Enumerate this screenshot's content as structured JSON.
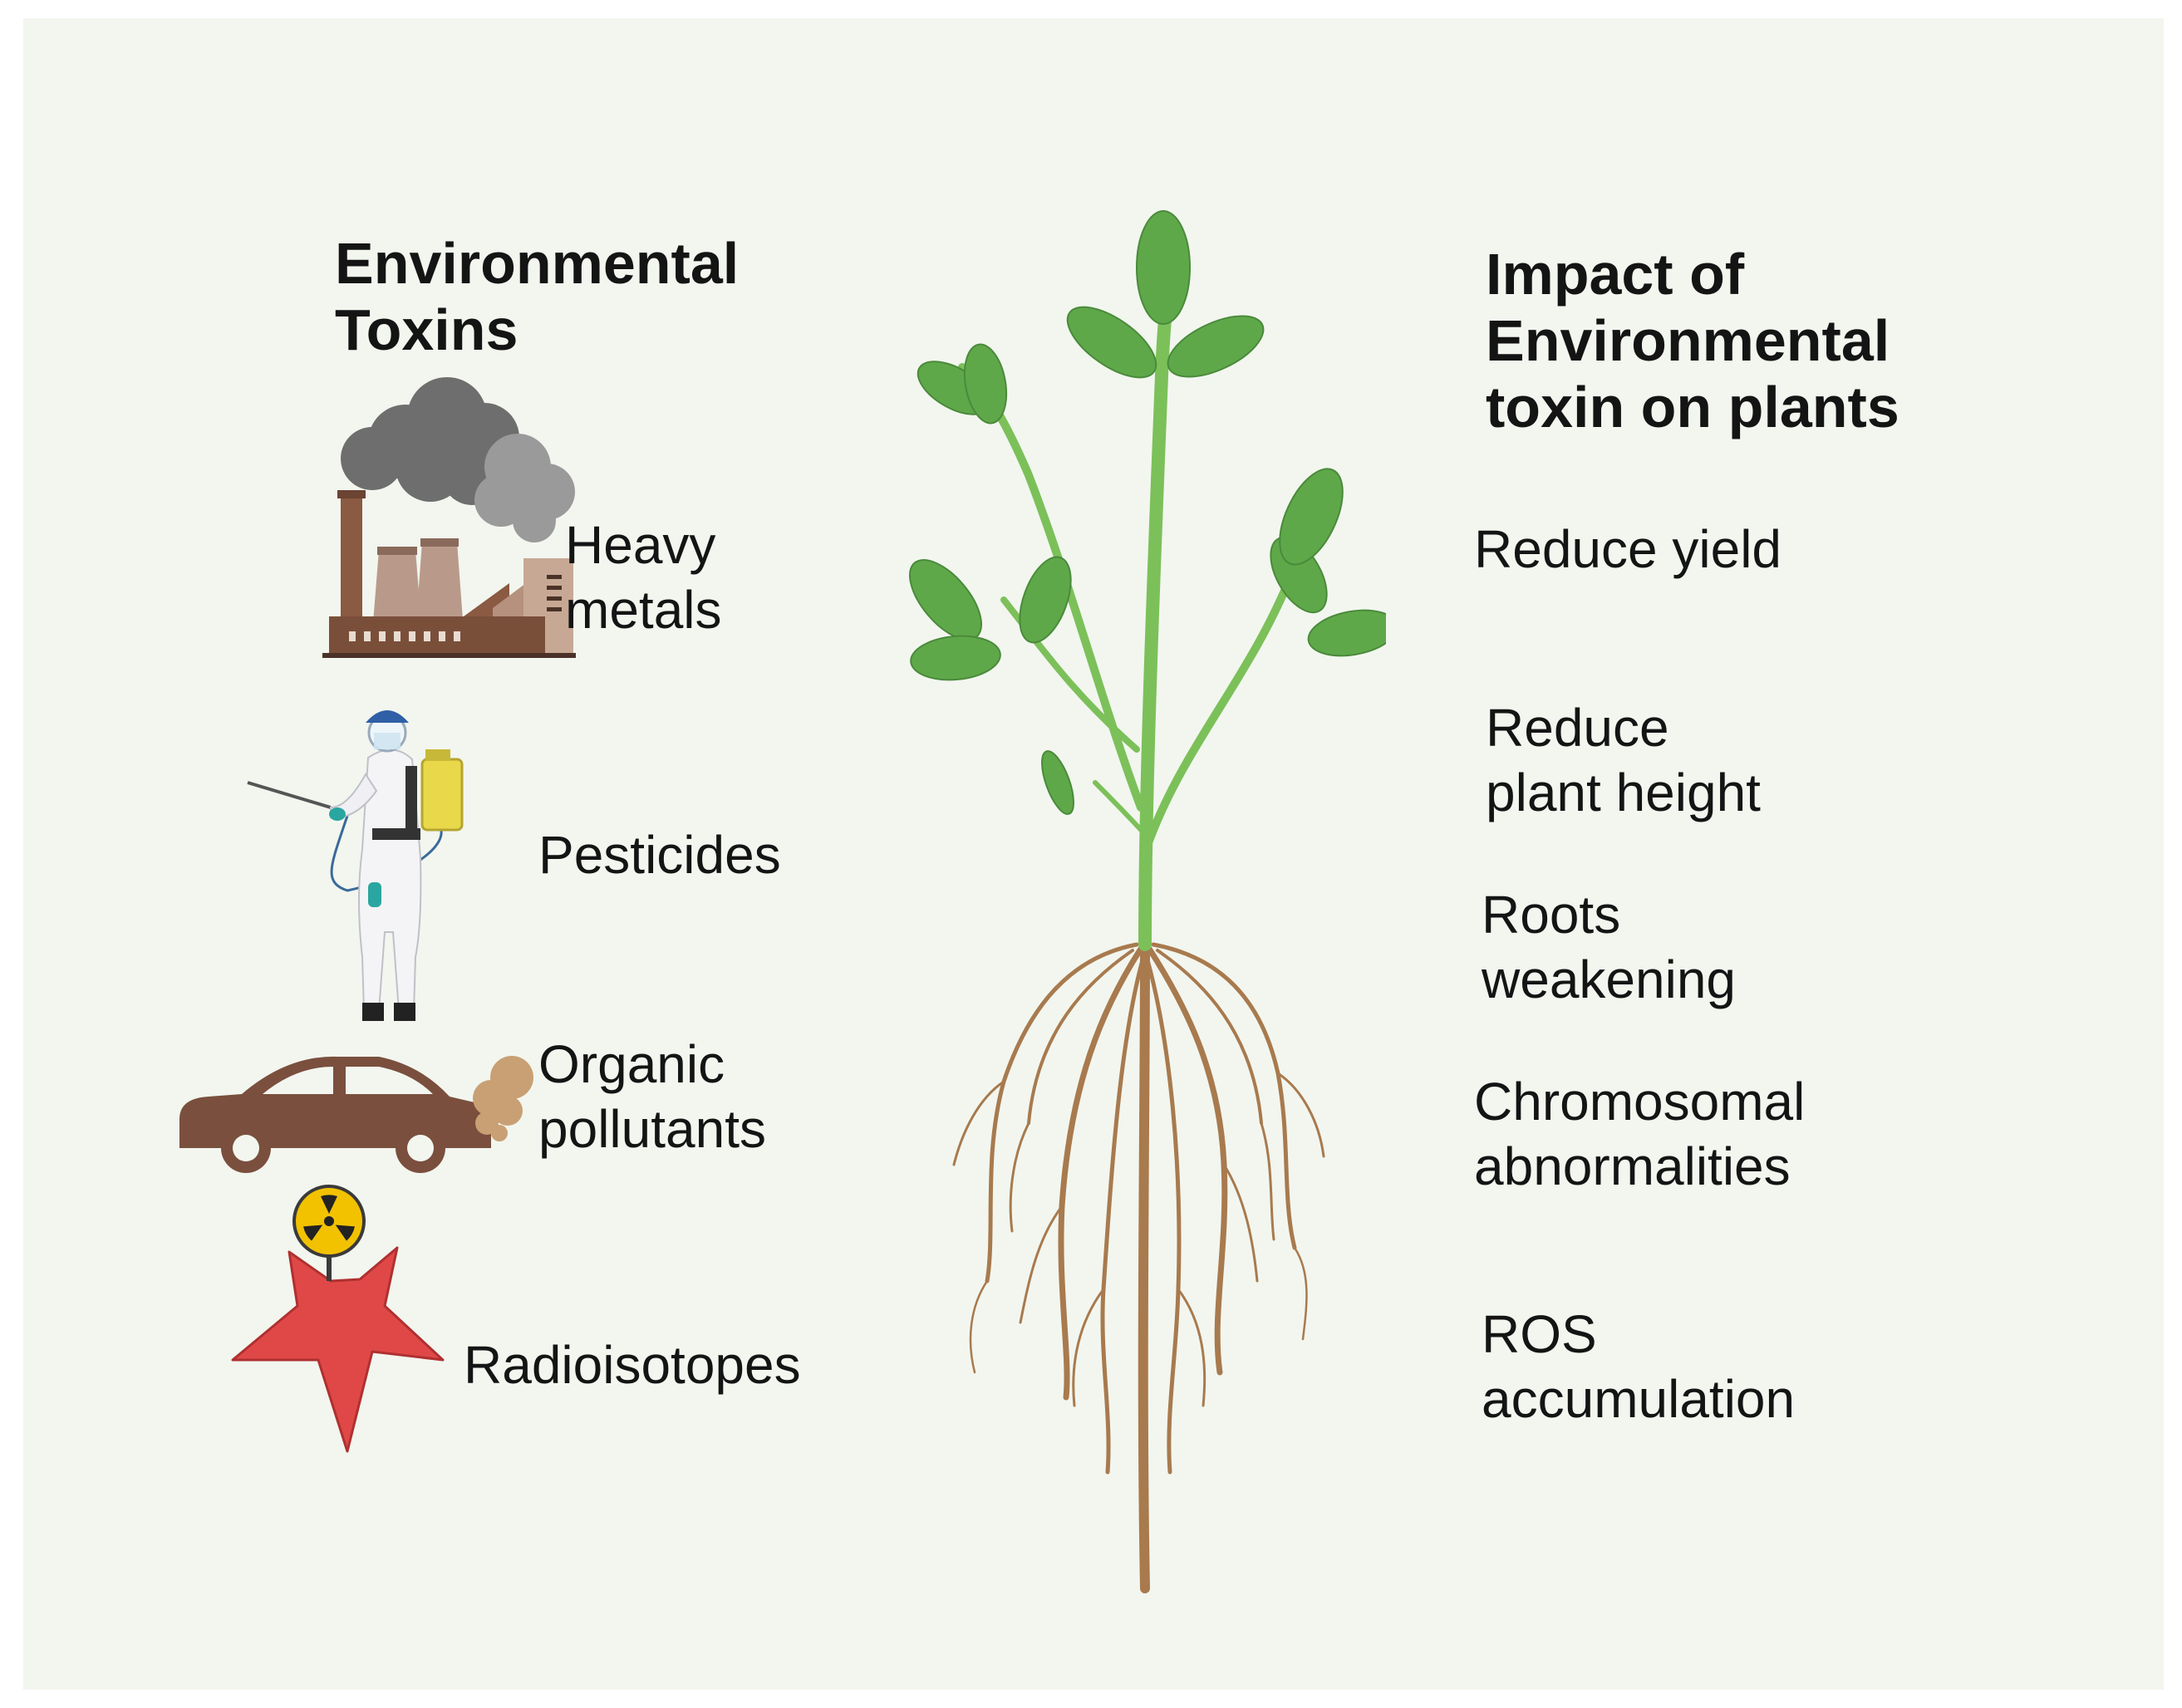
{
  "left_column": {
    "heading": "Environmental\nToxins",
    "items": [
      {
        "label": "Heavy\nmetals",
        "icon": "factory-icon"
      },
      {
        "label": "Pesticides",
        "icon": "pesticide-sprayer-icon"
      },
      {
        "label": "Organic\npollutants",
        "icon": "car-exhaust-icon"
      },
      {
        "label": "Radioisotopes",
        "icon": "radiation-star-icon"
      }
    ]
  },
  "right_column": {
    "heading": "Impact of\nEnvironmental\ntoxin on plants",
    "items": [
      {
        "label": "Reduce yield"
      },
      {
        "label": "Reduce\nplant height"
      },
      {
        "label": "Roots\nweakening"
      },
      {
        "label": "Chromosomal\nabnormalities"
      },
      {
        "label": "ROS\naccumulation"
      }
    ]
  },
  "colors": {
    "background": "#f2f6ef",
    "leaf": "#5fa84a",
    "stem": "#7cc05a",
    "root": "#a87a4e",
    "factory_brown": "#7a4f3a",
    "smoke": "#707070",
    "car": "#7a4f3e",
    "star": "#e04848",
    "radiation_badge": "#f2c200"
  }
}
